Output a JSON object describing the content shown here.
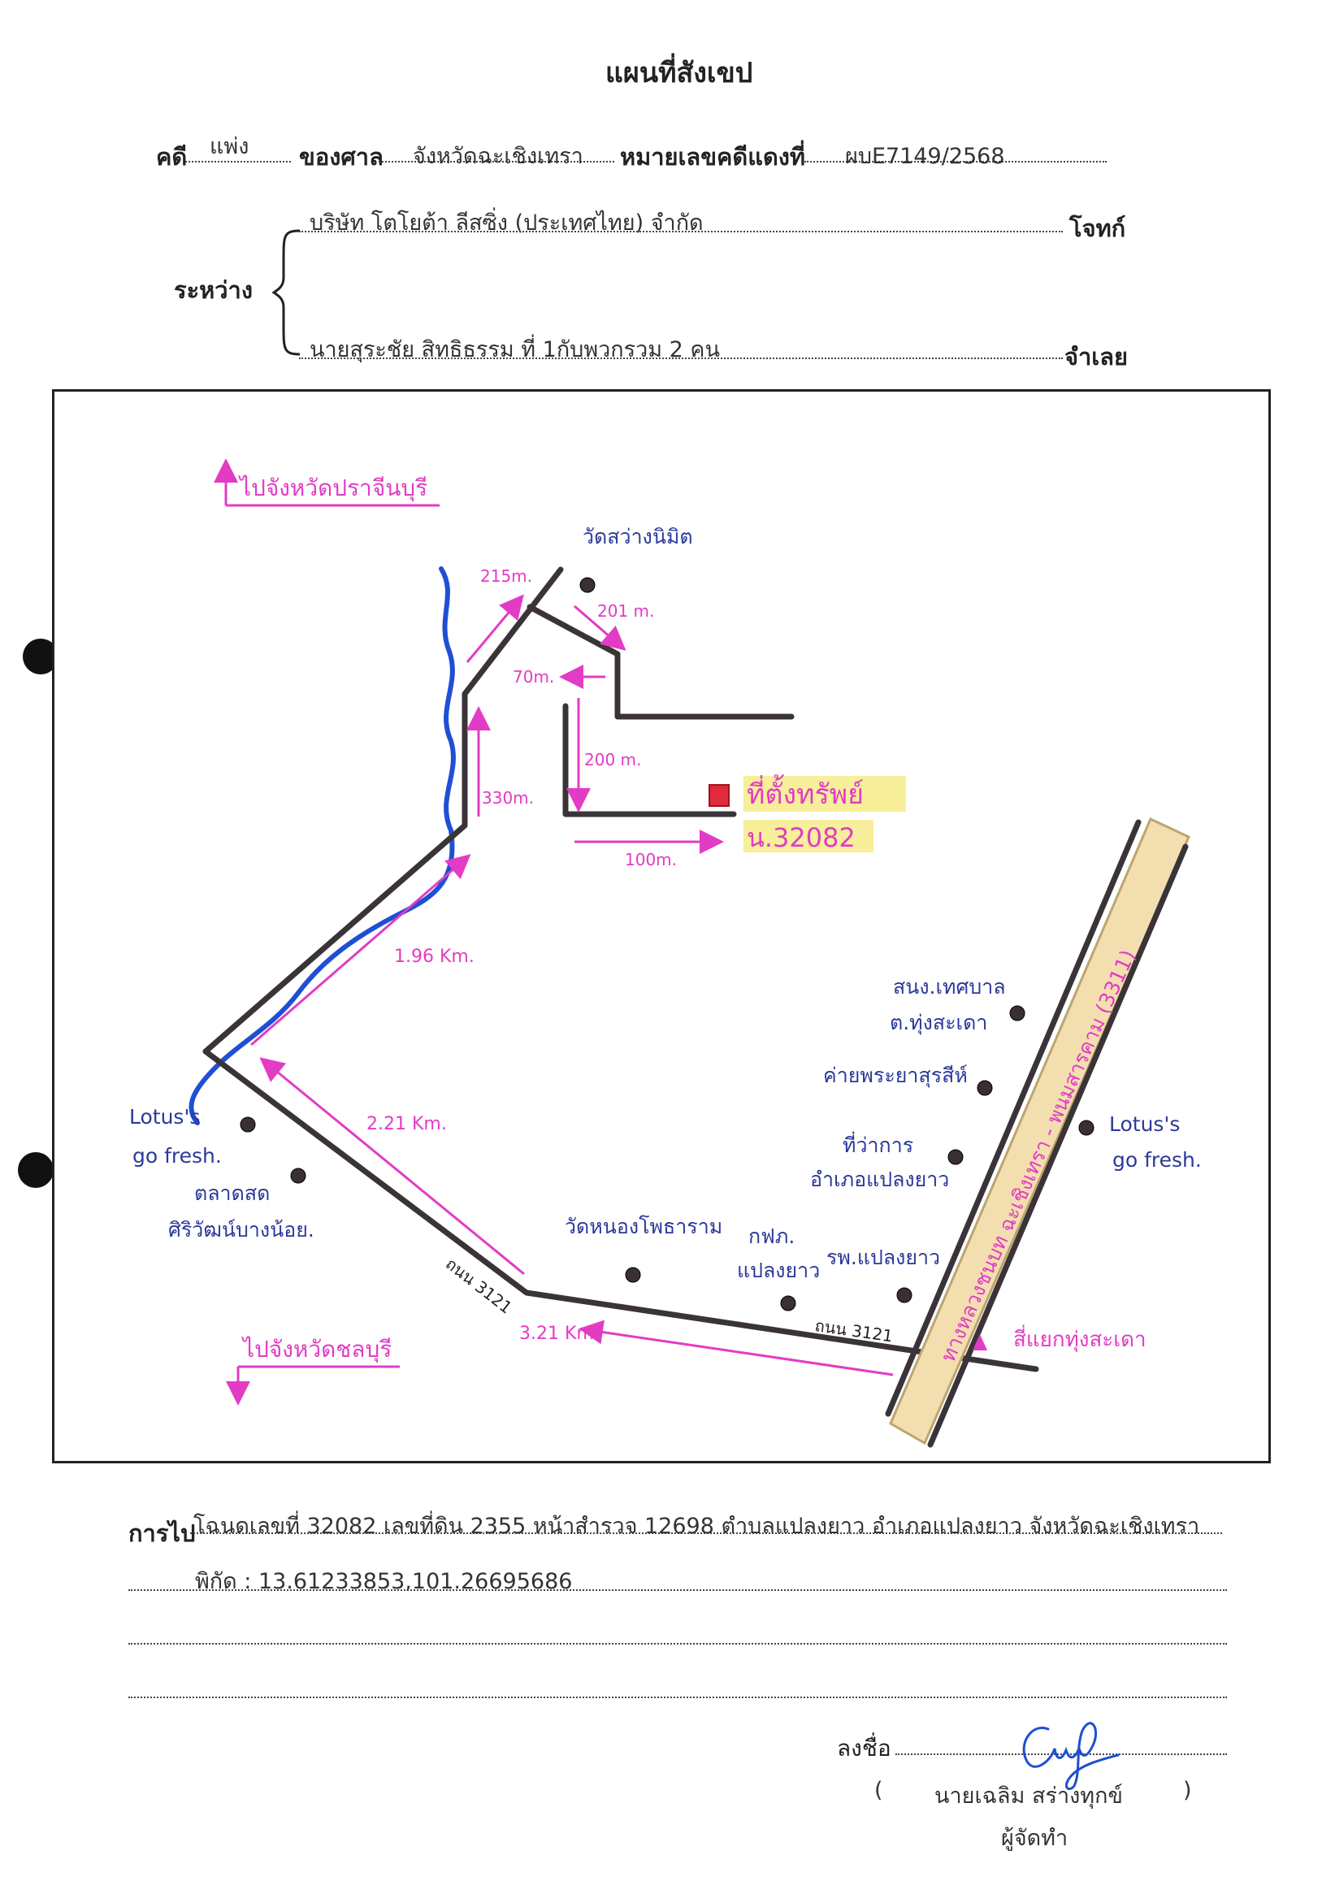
{
  "title": "แผนที่สังเขป",
  "case": {
    "case_label": "คดี",
    "case_type": "แพ่ง",
    "court_label": "ของศาล",
    "court": "จังหวัดฉะเชิงเทรา",
    "red_no_label": "หมายเลขคดีแดงที่",
    "red_no": "ผบE7149/2568"
  },
  "parties": {
    "between_label": "ระหว่าง",
    "plaintiff": "บริษัท โตโยต้า ลีสซิ่ง (ประเทศไทย) จำกัด",
    "plaintiff_label": "โจทก์",
    "defendant": "นายสุระชัย สิทธิธรรม ที่ 1กับพวกรวม 2 คน",
    "defendant_label": "จำเลย"
  },
  "map": {
    "to_prachinburi": "ไปจังหวัดปราจีนบุรี",
    "to_chonburi": "ไปจังหวัดชลบุรี",
    "wat_sawang": "วัดสว่างนิมิต",
    "wat_nongpho": "วัดหนองโพธาราม",
    "property_label": "ที่ตั้งทรัพย์",
    "deed_label": "น.32082",
    "dist_215": "215m.",
    "dist_201": "201 m.",
    "dist_70": "70m.",
    "dist_200": "200 m.",
    "dist_100": "100m.",
    "dist_330": "330m.",
    "dist_196": "1.96 Km.",
    "dist_221": "2.21 Km.",
    "dist_321": "3.21 Km.",
    "road_3121_a": "ถนน 3121",
    "road_3121_b": "ถนน 3121",
    "highway": "ทางหลวงชนบท ฉะเชิงเทรา - พนมสารคาม (3311)",
    "lotus_left_1": "Lotus's",
    "lotus_left_2": "go fresh.",
    "lotus_right_1": "Lotus's",
    "lotus_right_2": "go fresh.",
    "market_1": "ตลาดสด",
    "market_2": "ศิริวัฒน์บางน้อย.",
    "municipal_1": "สนง.เทศบาล",
    "municipal_2": "ต.ทุ่งสะเดา",
    "police": "ค่ายพระยาสุรสีห์",
    "district_1": "ที่ว่าการ",
    "district_2": "อำเภอแปลงยาว",
    "pea_1": "กฟภ.",
    "pea_2": "แปลงยาว",
    "hospital": "รพ.แปลงยาว",
    "intersection": "สี่แยกทุ่งสะเดา"
  },
  "directions": {
    "label": "การไป",
    "line1": "โฉนดเลขที่ 32082 เลขที่ดิน 2355 หน้าสำรวจ 12698 ตำบลแปลงยาว อำเภอแปลงยาว จังหวัดฉะเชิงเทรา",
    "line2": "พิกัด : 13.61233853,101.26695686"
  },
  "signature": {
    "sign_label": "ลงชื่อ",
    "open_paren": "(",
    "name": "นายเฉลิม  สร่างทุกข์",
    "close_paren": ")",
    "role": "ผู้จัดทำ"
  },
  "colors": {
    "road": "#3a3438",
    "pink": "#e23cc4",
    "blue_text": "#2b3a9a",
    "river": "#1f4fd4",
    "highlight_yellow": "#f7ef9a",
    "highway_fill": "#f3deb0"
  }
}
